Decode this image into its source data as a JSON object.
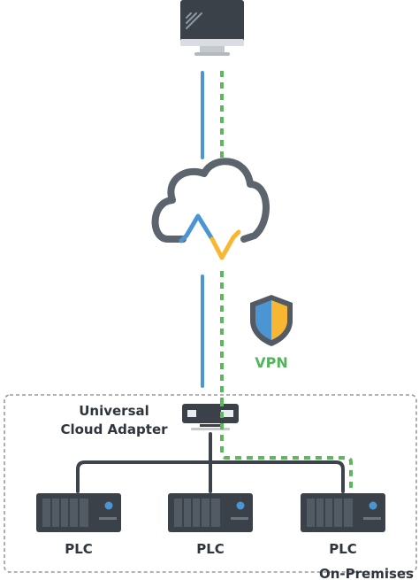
{
  "adapter": {
    "label_line1": "Universal",
    "label_line2": "Cloud Adapter"
  },
  "vpn": {
    "label": "VPN"
  },
  "plcs": [
    {
      "label": "PLC"
    },
    {
      "label": "PLC"
    },
    {
      "label": "PLC"
    }
  ],
  "zone": {
    "label": "On-Premises"
  },
  "colors": {
    "device_dark": "#3a4148",
    "device_mid": "#525a63",
    "cable_dark": "#3d434a",
    "link_blue": "#4b95d3",
    "vpn_green": "#5cb85c",
    "shield_blue": "#4b95d3",
    "shield_orange": "#f7b733",
    "zone_border": "#9a9a9a",
    "text_dark": "#2f353c",
    "text_green": "#52b55c"
  }
}
